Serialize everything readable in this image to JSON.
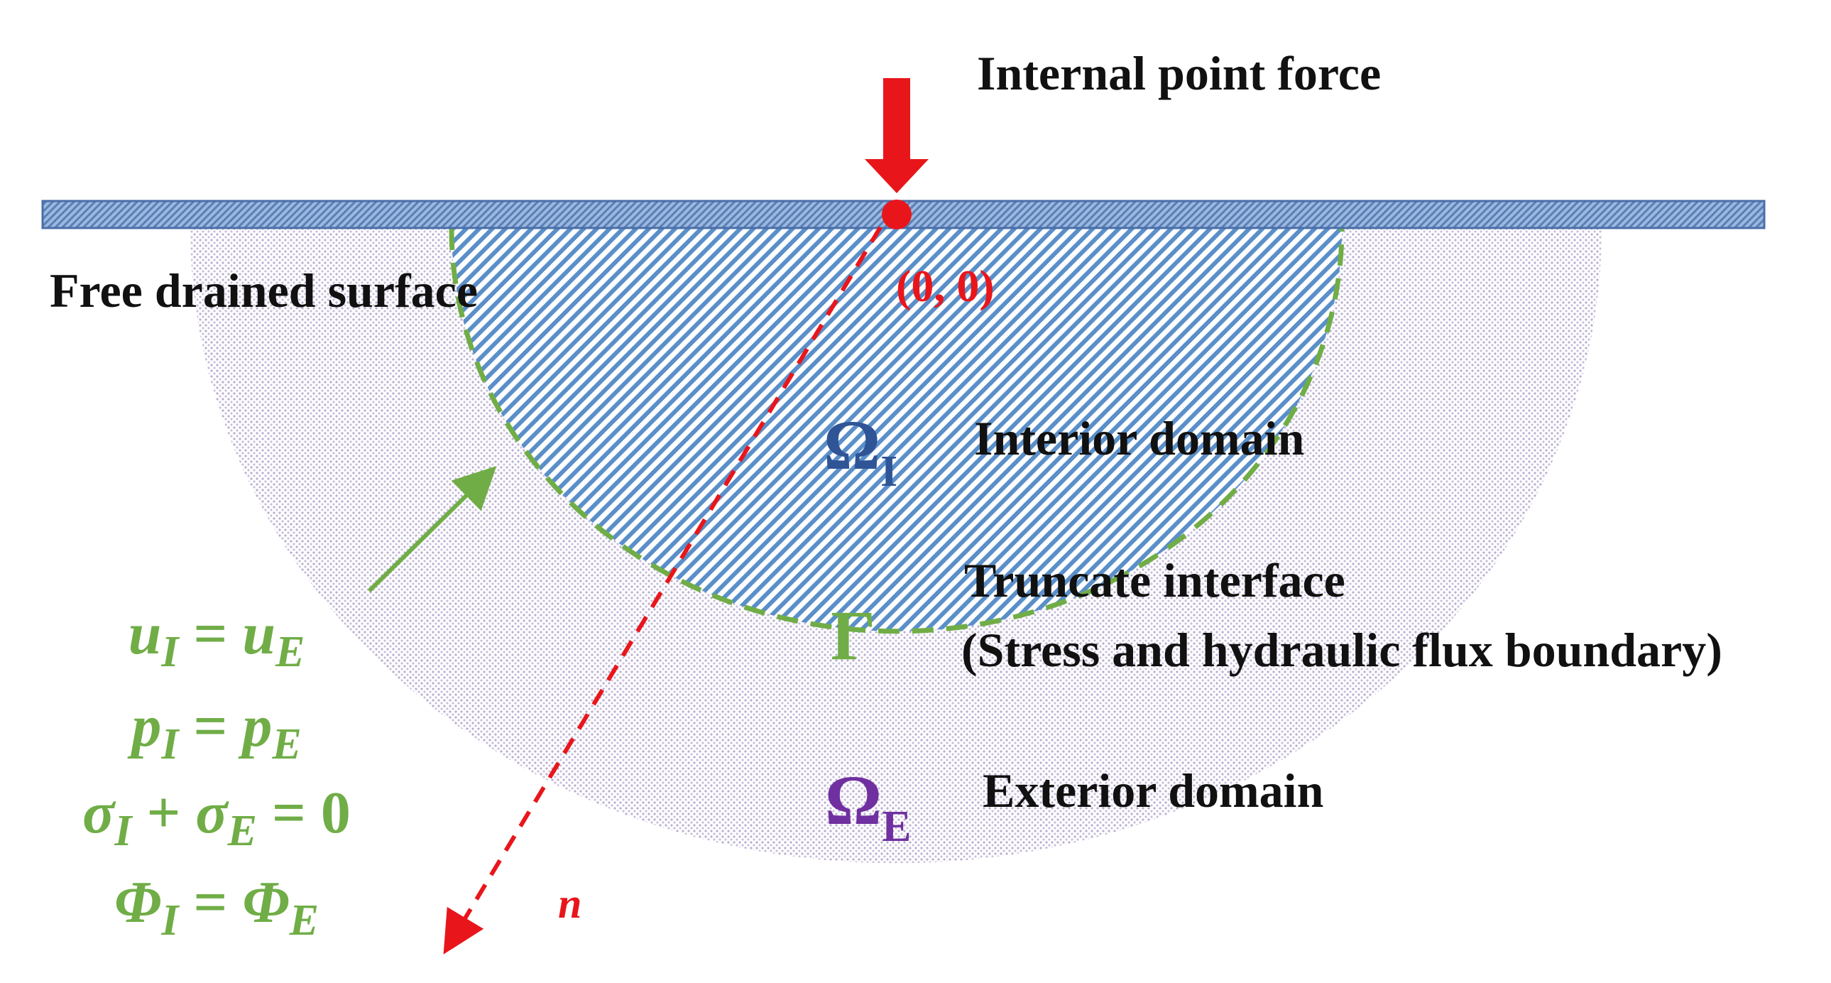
{
  "labels": {
    "force": "Internal point force",
    "surface": "Free drained surface",
    "origin": "(0, 0)",
    "interior": "Interior domain",
    "interface_title": "Truncate interface",
    "interface_note": "(Stress and hydraulic flux boundary)",
    "exterior": "Exterior domain",
    "normal": "n"
  },
  "symbols": {
    "interior": "Ω",
    "interior_sub": "I",
    "exterior": "Ω",
    "exterior_sub": "E",
    "interface": "Γ"
  },
  "conditions": [
    {
      "lhs": "u",
      "lhs_sub": "I",
      "op": " = ",
      "rhs": "u",
      "rhs_sub": "E",
      "tail": ""
    },
    {
      "lhs": "p",
      "lhs_sub": "I",
      "op": " = ",
      "rhs": "p",
      "rhs_sub": "E",
      "tail": ""
    },
    {
      "lhs": "σ",
      "lhs_sub": "I",
      "op": " + ",
      "rhs": "σ",
      "rhs_sub": "E",
      "tail": " = 0"
    },
    {
      "lhs": "Φ",
      "lhs_sub": "I",
      "op": " = ",
      "rhs": "Φ",
      "rhs_sub": "E",
      "tail": ""
    }
  ],
  "colors": {
    "force": "#e8161b",
    "interior_hatch": "#4a86c5",
    "exterior_dots": "#b4a6cf",
    "interface": "#70ad47",
    "ground": "#6a8fc4"
  }
}
